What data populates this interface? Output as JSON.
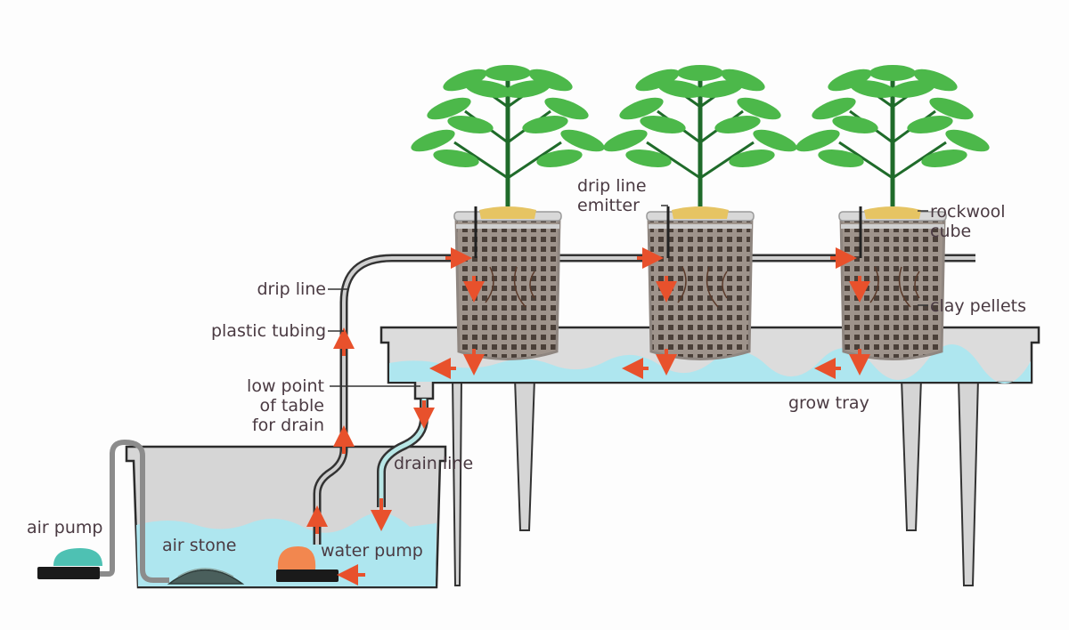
{
  "title": "Drip hydroponic system diagram",
  "colors": {
    "water": "#aee6ef",
    "arrow": "#e8512c",
    "leaf": "#4cb84a",
    "stem": "#1f6b2a",
    "tray": "#d9d9d9",
    "outline": "#2b2b2b",
    "label": "#4a3a42",
    "airPump": "#4ec1b3",
    "waterPump": "#f2874f",
    "rockwool": "#e6c463",
    "bucket": "#a59a92"
  },
  "labels": {
    "drip_line": "drip line",
    "plastic_tubing": "plastic tubing",
    "low_point_1": "low point",
    "low_point_2": "of table",
    "low_point_3": "for drain",
    "drain_line": "drain line",
    "air_pump": "air pump",
    "air_stone": "air stone",
    "water_pump": "water pump",
    "emitter_1": "drip line",
    "emitter_2": "emitter",
    "rockwool_1": "rockwool",
    "rockwool_2": "cube",
    "clay_pellets": "clay pellets",
    "grow_tray": "grow tray"
  },
  "components": {
    "plant_count": 3,
    "bucket_count": 3
  }
}
